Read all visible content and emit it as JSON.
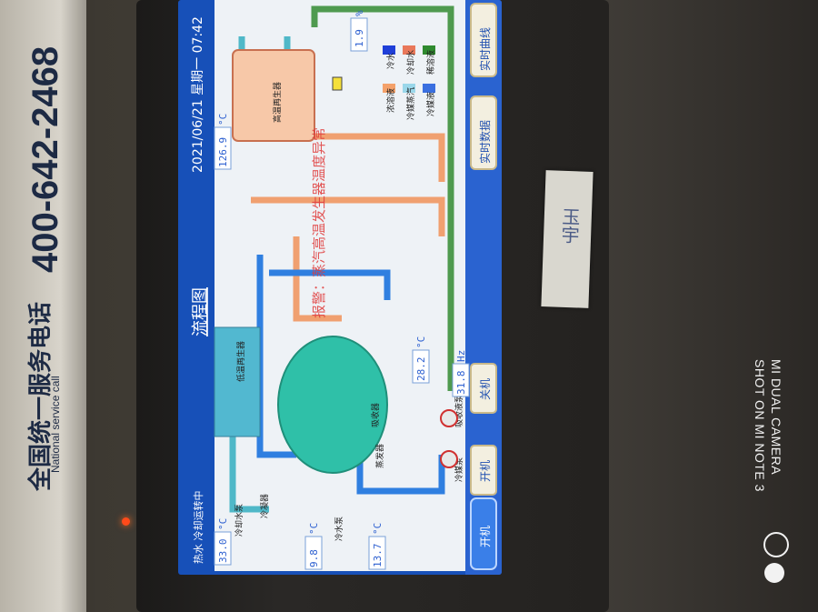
{
  "window": {
    "title": "流程图"
  },
  "status_bar": {
    "datetime": "2021/06/21 星期一 07:42",
    "run_state": "热水 冷却运转中"
  },
  "buttons": {
    "realtime_curve": "实时曲线",
    "realtime_data": "实时数据",
    "start": "开机",
    "stop": "关机",
    "settings": "开机"
  },
  "legend": [
    {
      "label": "冷水",
      "color": "#1f3fd8"
    },
    {
      "label": "冷却水",
      "color": "#e9785a"
    },
    {
      "label": "稀溶液",
      "color": "#2f8a2f"
    },
    {
      "label": "浓溶液",
      "color": "#f4a16a"
    },
    {
      "label": "冷媒蒸汽",
      "color": "#9ad7ea"
    },
    {
      "label": "冷媒液",
      "color": "#3a6fe0"
    }
  ],
  "alarm": {
    "text": "报警：蒸汽高温发生器温度异常"
  },
  "components": {
    "high_temp_generator": "高温再生器",
    "low_temp_generator": "低温再生器",
    "condenser": "冷凝器",
    "absorber": "吸收器",
    "evaporator": "蒸发器",
    "cooling_water_pump": "冷却水泵",
    "chilled_water_pump": "冷水泵",
    "refrigerant_pump": "冷媒泵",
    "solution_pump": "吸收液泵1"
  },
  "readings": {
    "refrigerant_level_pct": "1.9",
    "refrigerant_unit": "%",
    "hg_temp": "126.9",
    "absorber_temp": "28.2",
    "pump_freq": "31.8",
    "freq_unit": "Hz",
    "cooling_in_temp": "33.0",
    "chilled_out_temp": "9.8",
    "chilled_in_temp": "13.7",
    "temp_unit": "°C"
  },
  "cn_labels": {
    "service_hotline": "全国统一服务电话",
    "service_en": "National service call",
    "hotline_number": "400-642-2468",
    "note_handwritten": "玉宇"
  },
  "watermark": {
    "line1": "SHOT ON MI NOTE 3",
    "line2": "MI DUAL CAMERA"
  }
}
